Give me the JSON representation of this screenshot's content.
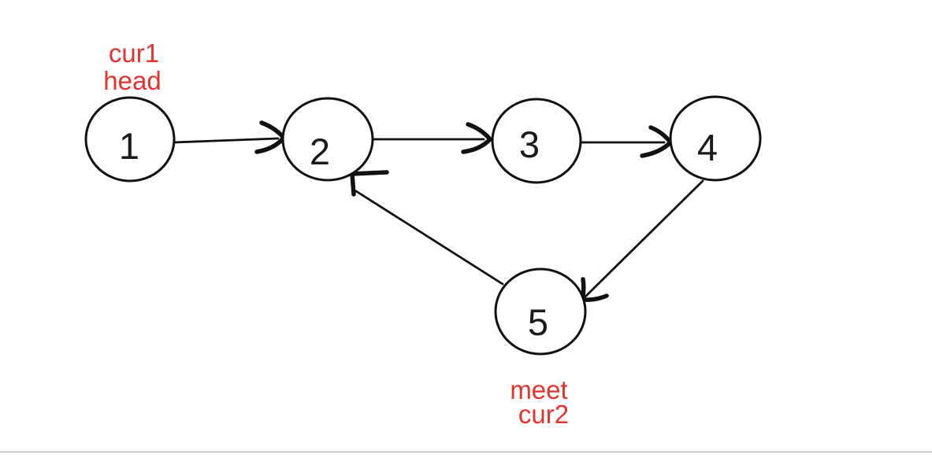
{
  "diagram": {
    "description": "hand-drawn linked list with cycle (Floyd cycle detection)",
    "stroke_color": "#111111",
    "label_color": "#1a1a1a",
    "annotation_color": "#e5322e",
    "divider_color": "#c9c9c9",
    "background_color": "#ffffff",
    "nodes": [
      {
        "id": "1",
        "label": "1"
      },
      {
        "id": "2",
        "label": "2"
      },
      {
        "id": "3",
        "label": "3"
      },
      {
        "id": "4",
        "label": "4"
      },
      {
        "id": "5",
        "label": "5"
      }
    ],
    "edges": [
      {
        "from": "1",
        "to": "2"
      },
      {
        "from": "2",
        "to": "3"
      },
      {
        "from": "3",
        "to": "4"
      },
      {
        "from": "4",
        "to": "5"
      },
      {
        "from": "5",
        "to": "2"
      }
    ],
    "annotations": {
      "node1": {
        "line1": "cur1",
        "line2": "head"
      },
      "node5": {
        "line1": "meet",
        "line2": "cur2"
      }
    }
  }
}
